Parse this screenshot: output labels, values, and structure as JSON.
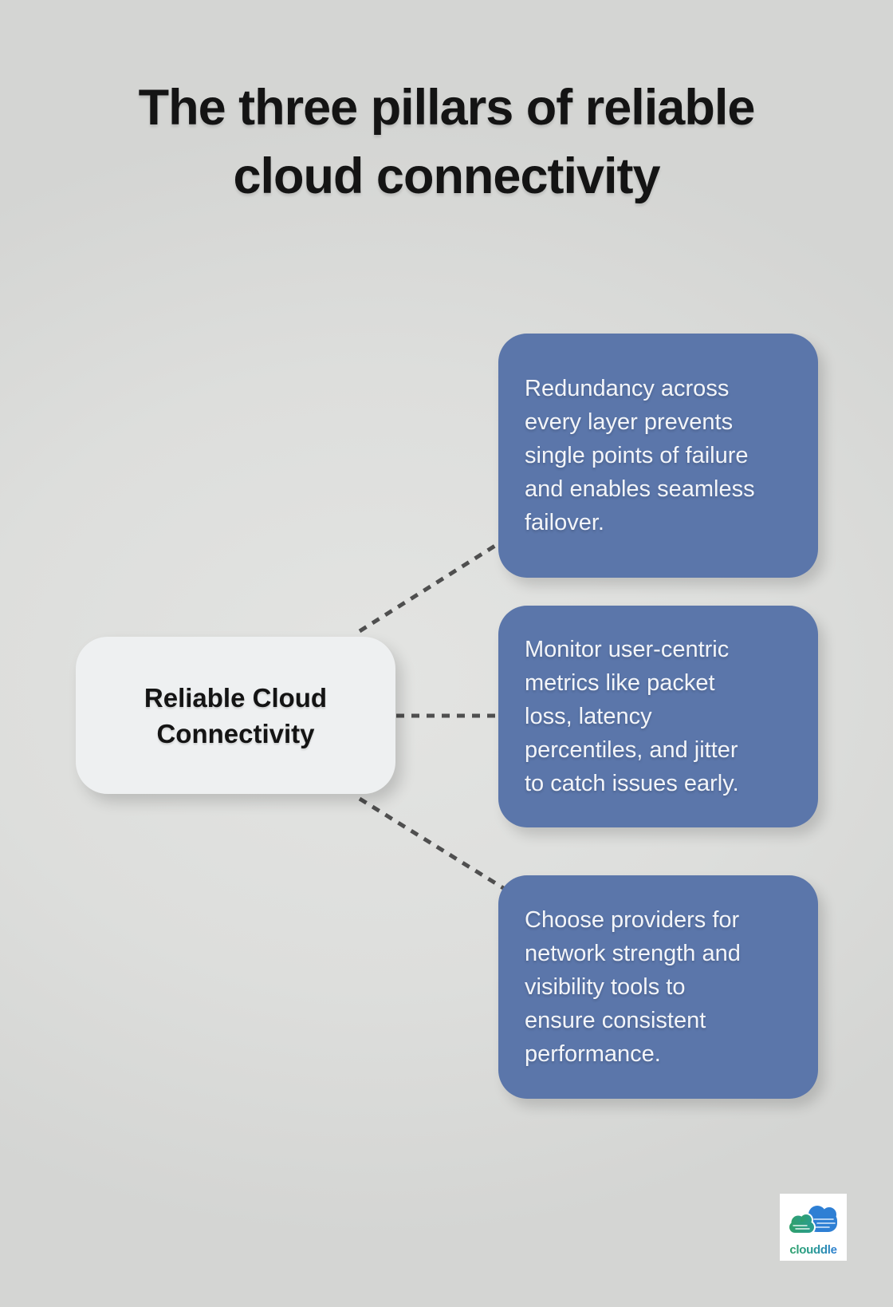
{
  "page": {
    "title": "The three pillars of reliable\ncloud connectivity"
  },
  "diagram": {
    "center_node": {
      "label": "Reliable Cloud\nConnectivity"
    },
    "branches": [
      {
        "text": "Redundancy across\nevery layer prevents\nsingle points of failure\nand enables seamless\nfailover."
      },
      {
        "text": "Monitor user-centric\nmetrics like packet\nloss, latency\npercentiles, and jitter\nto catch issues early."
      },
      {
        "text": "Choose providers for\nnetwork strength and\nvisibility tools to\nensure consistent\nperformance."
      }
    ]
  },
  "branding": {
    "logo_text": "clouddle"
  },
  "colors": {
    "bg-center": "#e3e4e2",
    "bg-mid": "#dddedc",
    "bg-edge": "#d4d5d3",
    "title-text": "#141414",
    "card-blue": "#5b76aa",
    "card-text": "#f3f5f9",
    "node-bg": "#eef0f1",
    "dash": "#4f4f4f",
    "logo-green": "#2fa06b",
    "logo-teal": "#2a9d8f",
    "logo-blue": "#2e7fd4"
  }
}
